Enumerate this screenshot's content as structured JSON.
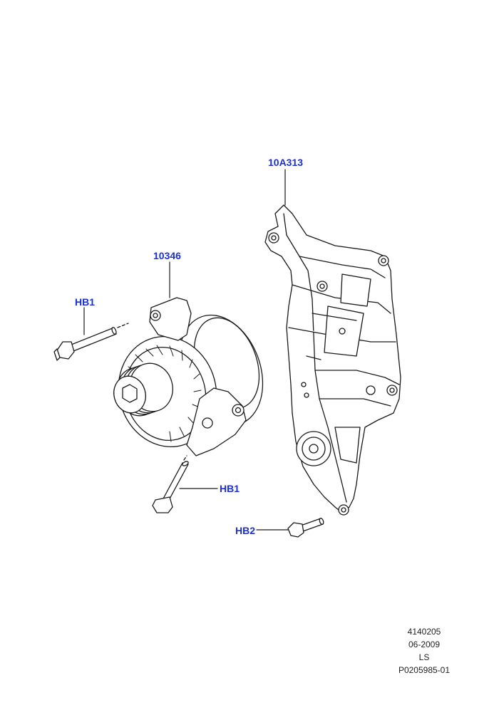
{
  "colors": {
    "callout": "#1c2fd6",
    "line": "#1a1a1a"
  },
  "callouts": {
    "bracket": "10A313",
    "alternator": "10346",
    "bolt_upper": "HB1",
    "bolt_lower": "HB1",
    "bolt_bracket": "HB2"
  },
  "footer": {
    "line1": "4140205",
    "line2": "06-2009",
    "line3": "LS",
    "line4": "P0205985-01"
  }
}
